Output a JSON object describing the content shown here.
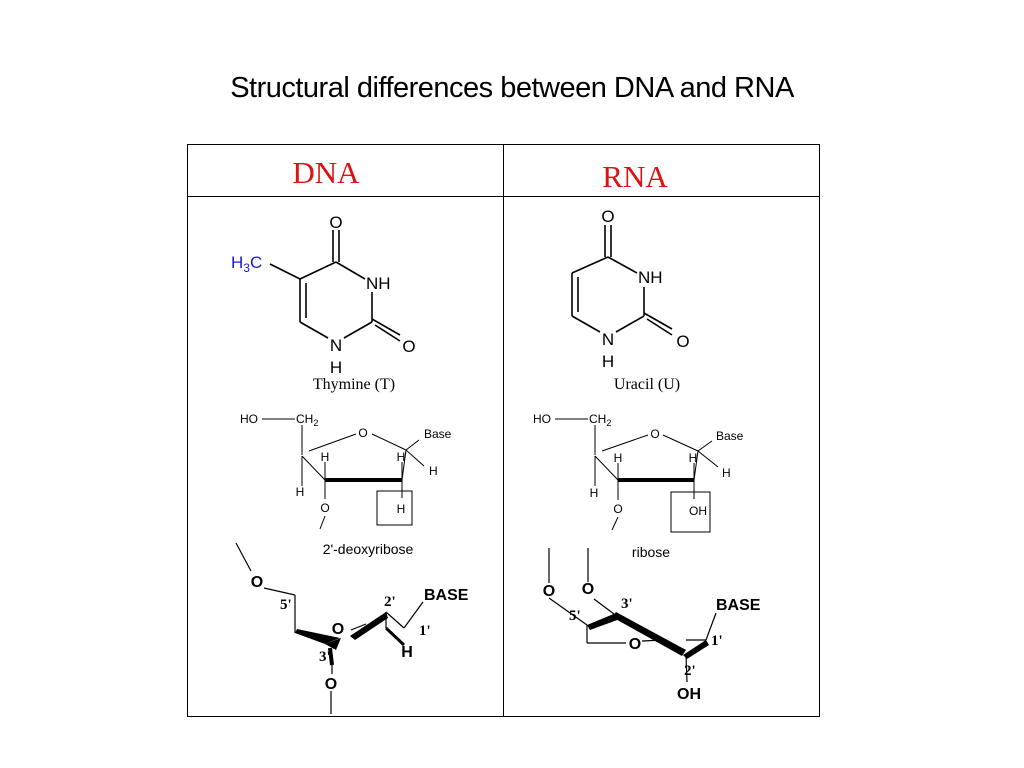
{
  "title": "Structural differences between DNA and RNA",
  "colors": {
    "header_red": "#dd1111",
    "methyl_blue": "#1a1ad0",
    "line": "#000000"
  },
  "columns": {
    "dna": {
      "header": "DNA",
      "base": {
        "top_o": "O",
        "methyl_h": "H",
        "methyl_sub": "3",
        "methyl_c": "C",
        "nh": "NH",
        "n": "N",
        "h": "H",
        "side_o": "O",
        "caption": "Thymine (T)"
      },
      "sugar": {
        "ho": "HO",
        "ch": "CH",
        "ch_sub": "2",
        "ring_o": "O",
        "base": "Base",
        "h_top_left": "H",
        "h_top_right": "H",
        "h_right": "H",
        "h_left": "H",
        "bottom_o": "O",
        "boxed": "H",
        "caption": "2'-deoxyribose"
      },
      "conformation": {
        "top_o": "O",
        "five_prime": "5'",
        "ring_o": "O",
        "two_prime": "2'",
        "base": "BASE",
        "one_prime": "1'",
        "h": "H",
        "three_prime": "3'",
        "bottom_o": "O"
      }
    },
    "rna": {
      "header": "RNA",
      "base": {
        "top_o": "O",
        "nh": "NH",
        "n": "N",
        "h": "H",
        "side_o": "O",
        "caption": "Uracil (U)"
      },
      "sugar": {
        "ho": "HO",
        "ch": "CH",
        "ch_sub": "2",
        "ring_o": "O",
        "base": "Base",
        "h_top_left": "H",
        "h_top_right": "H",
        "h_right": "H",
        "h_left": "H",
        "bottom_o": "O",
        "boxed": "OH",
        "caption": "ribose"
      },
      "conformation": {
        "left_o": "O",
        "o": "O",
        "three_prime": "3'",
        "five_prime": "5'",
        "base": "BASE",
        "ring_o": "O",
        "one_prime": "1'",
        "two_prime": "2'",
        "oh": "OH"
      }
    }
  }
}
